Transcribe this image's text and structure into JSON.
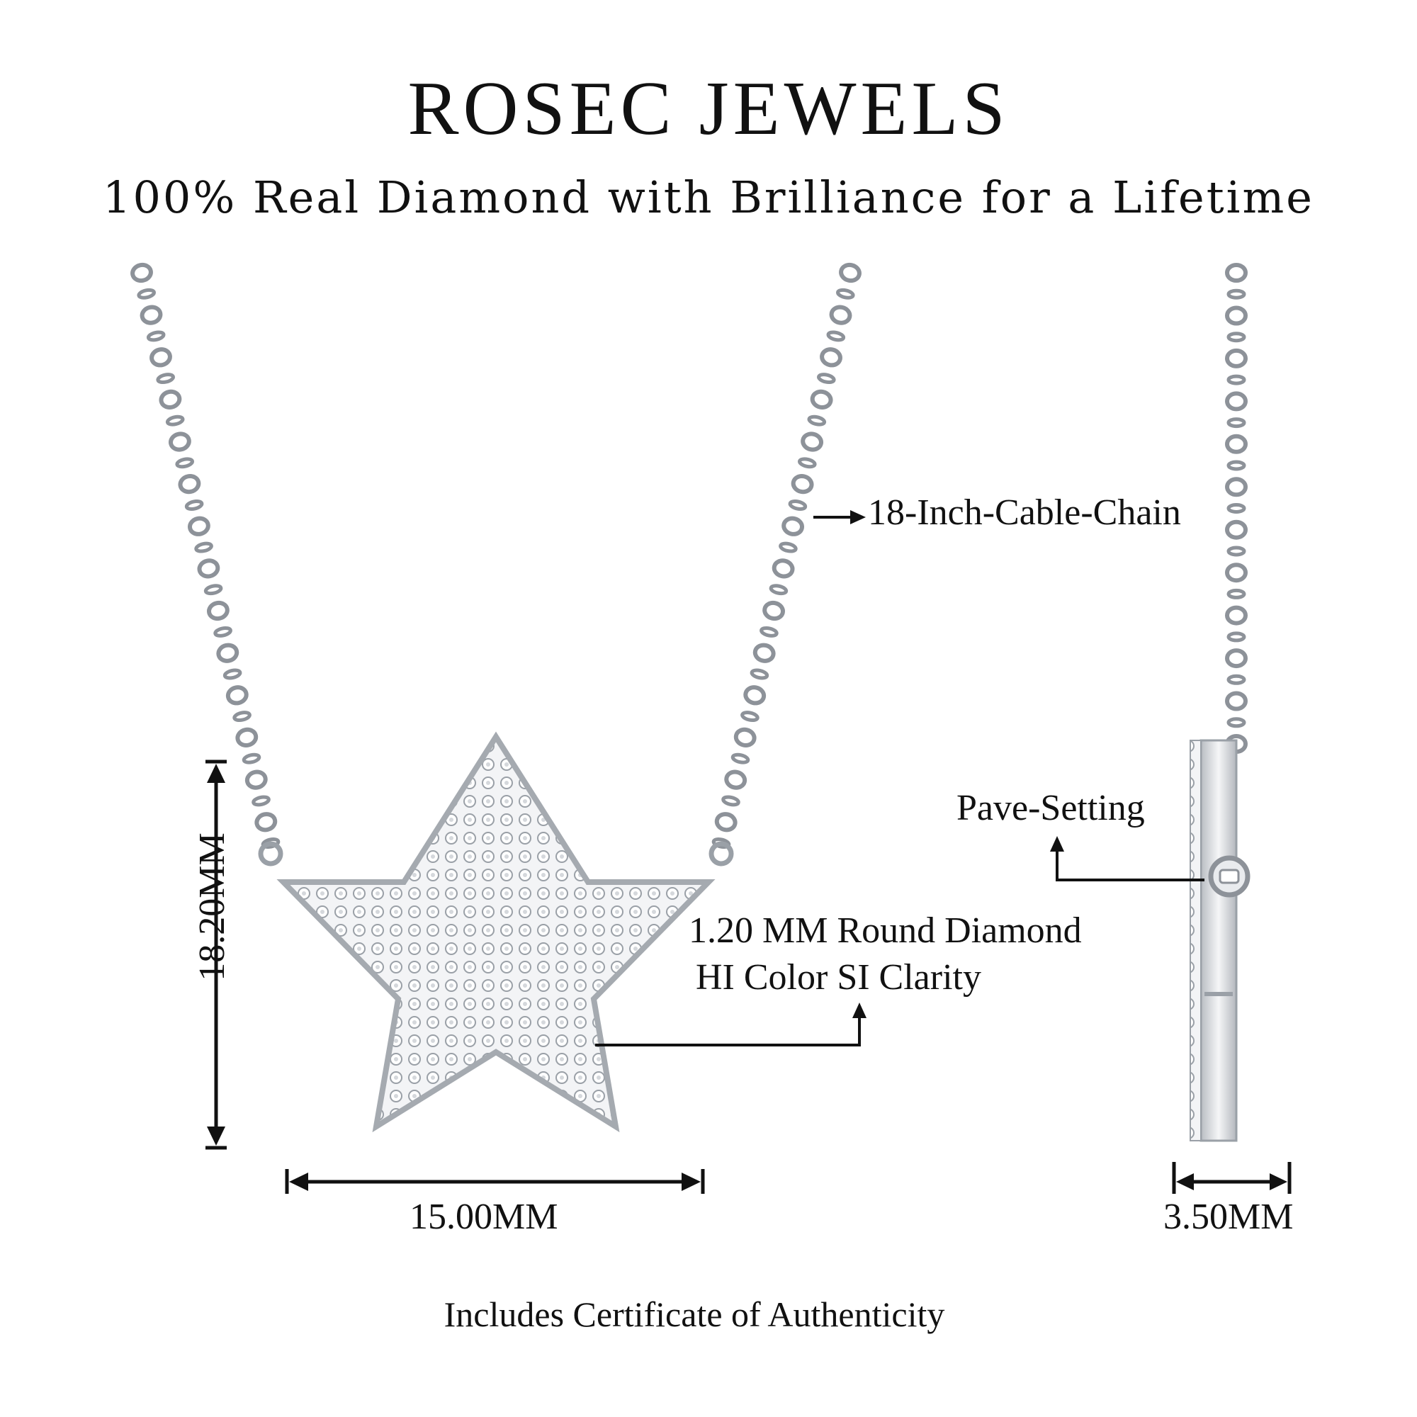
{
  "header": {
    "brand": "ROSEC JEWELS",
    "tagline": "100% Real Diamond with Brilliance for a Lifetime"
  },
  "callouts": {
    "chain": "18-Inch-Cable-Chain",
    "setting": "Pave-Setting",
    "diamond_line1": "1.20 MM Round Diamond",
    "diamond_line2": "HI Color SI Clarity"
  },
  "dimensions": {
    "height": "18.20MM",
    "width": "15.00MM",
    "depth": "3.50MM"
  },
  "footer": {
    "certificate": "Includes Certificate of Authenticity"
  },
  "colors": {
    "metal": "#c9ccd1",
    "metal_dark": "#8d9299",
    "line": "#111111"
  }
}
